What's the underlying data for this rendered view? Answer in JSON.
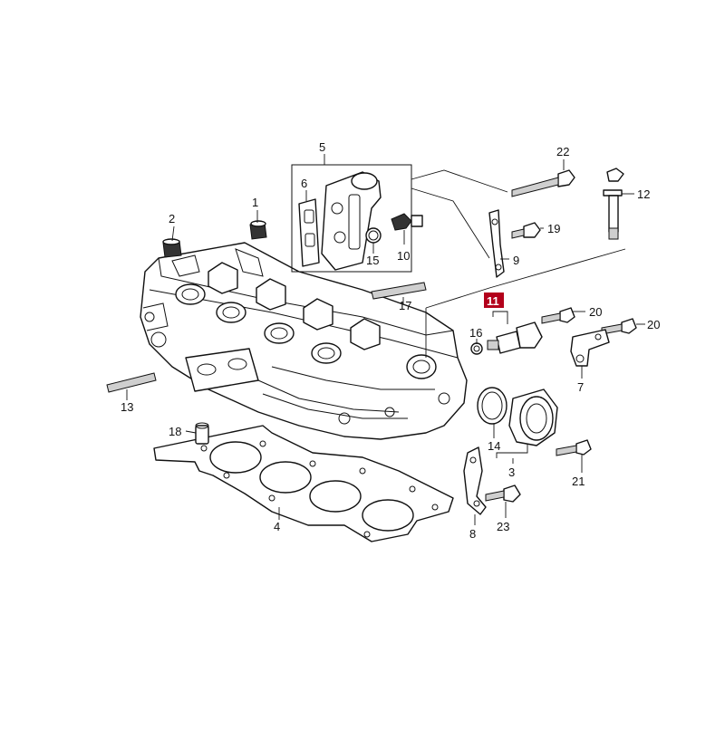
{
  "callouts": [
    {
      "id": "c1",
      "label": "1"
    },
    {
      "id": "c2",
      "label": "2"
    },
    {
      "id": "c3",
      "label": "3"
    },
    {
      "id": "c4",
      "label": "4"
    },
    {
      "id": "c5",
      "label": "5"
    },
    {
      "id": "c6",
      "label": "6"
    },
    {
      "id": "c7",
      "label": "7"
    },
    {
      "id": "c8",
      "label": "8"
    },
    {
      "id": "c9",
      "label": "9"
    },
    {
      "id": "c10",
      "label": "10"
    },
    {
      "id": "c11",
      "label": "11",
      "highlight": true
    },
    {
      "id": "c12",
      "label": "12"
    },
    {
      "id": "c13",
      "label": "13"
    },
    {
      "id": "c14",
      "label": "14"
    },
    {
      "id": "c15",
      "label": "15"
    },
    {
      "id": "c16",
      "label": "16"
    },
    {
      "id": "c17",
      "label": "17"
    },
    {
      "id": "c18",
      "label": "18"
    },
    {
      "id": "c19",
      "label": "19"
    },
    {
      "id": "c20a",
      "label": "20"
    },
    {
      "id": "c20b",
      "label": "20"
    },
    {
      "id": "c21",
      "label": "21"
    },
    {
      "id": "c22",
      "label": "22"
    },
    {
      "id": "c23",
      "label": "23"
    }
  ],
  "colors": {
    "highlight": "#b3001b",
    "line": "#111111",
    "background": "#ffffff"
  }
}
